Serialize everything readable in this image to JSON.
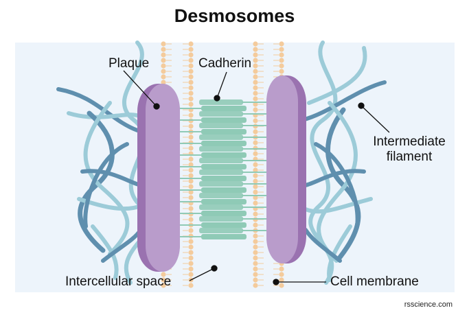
{
  "title": "Desmosomes",
  "labels": {
    "plaque": "Plaque",
    "cadherin": "Cadherin",
    "intermediate_filament_line1": "Intermediate",
    "intermediate_filament_line2": "filament",
    "intercellular_space": "Intercellular space",
    "cell_membrane": "Cell membrane"
  },
  "credit": "rsscience.com",
  "colors": {
    "background_panel": "#edf4fb",
    "membrane_bead": "#f4cb9c",
    "plaque_fill": "#b99ccb",
    "plaque_edge": "#9a72b0",
    "cadherin": "#8fcab6",
    "filament_dark": "#5f8fae",
    "filament_light": "#9ccbd8"
  }
}
